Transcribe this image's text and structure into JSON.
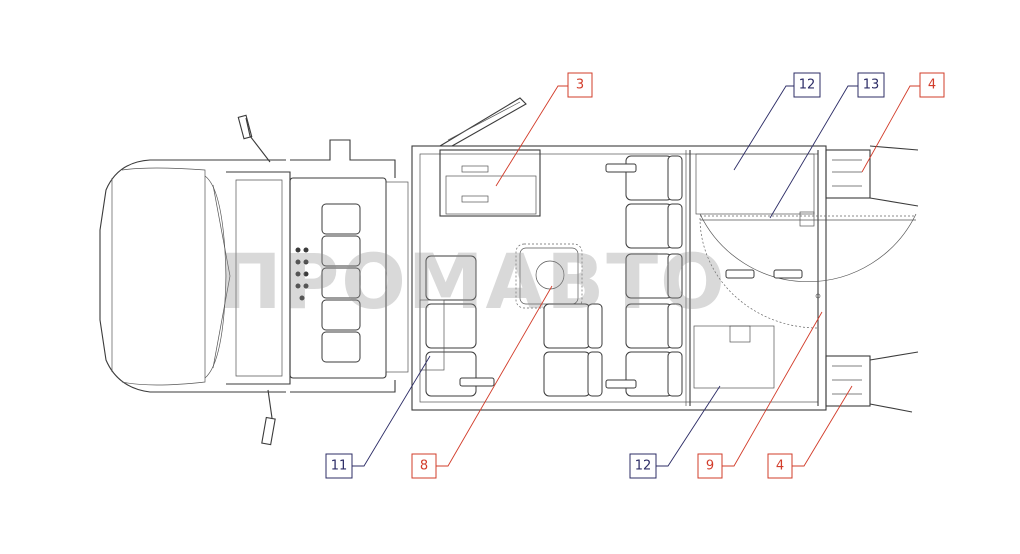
{
  "watermark": "ПРОМАВТО",
  "callouts": [
    {
      "id": "c3a",
      "label": "3",
      "color": "red"
    },
    {
      "id": "c12a",
      "label": "12",
      "color": "blue"
    },
    {
      "id": "c13",
      "label": "13",
      "color": "blue"
    },
    {
      "id": "c4a",
      "label": "4",
      "color": "red"
    },
    {
      "id": "c11",
      "label": "11",
      "color": "blue"
    },
    {
      "id": "c8",
      "label": "8",
      "color": "red"
    },
    {
      "id": "c12b",
      "label": "12",
      "color": "blue"
    },
    {
      "id": "c9",
      "label": "9",
      "color": "red"
    },
    {
      "id": "c4b",
      "label": "4",
      "color": "red"
    }
  ],
  "colors": {
    "blue": "#2c2c66",
    "red": "#d23c2a",
    "line": "#3b3b3b",
    "watermark": "#8c8c8c"
  }
}
